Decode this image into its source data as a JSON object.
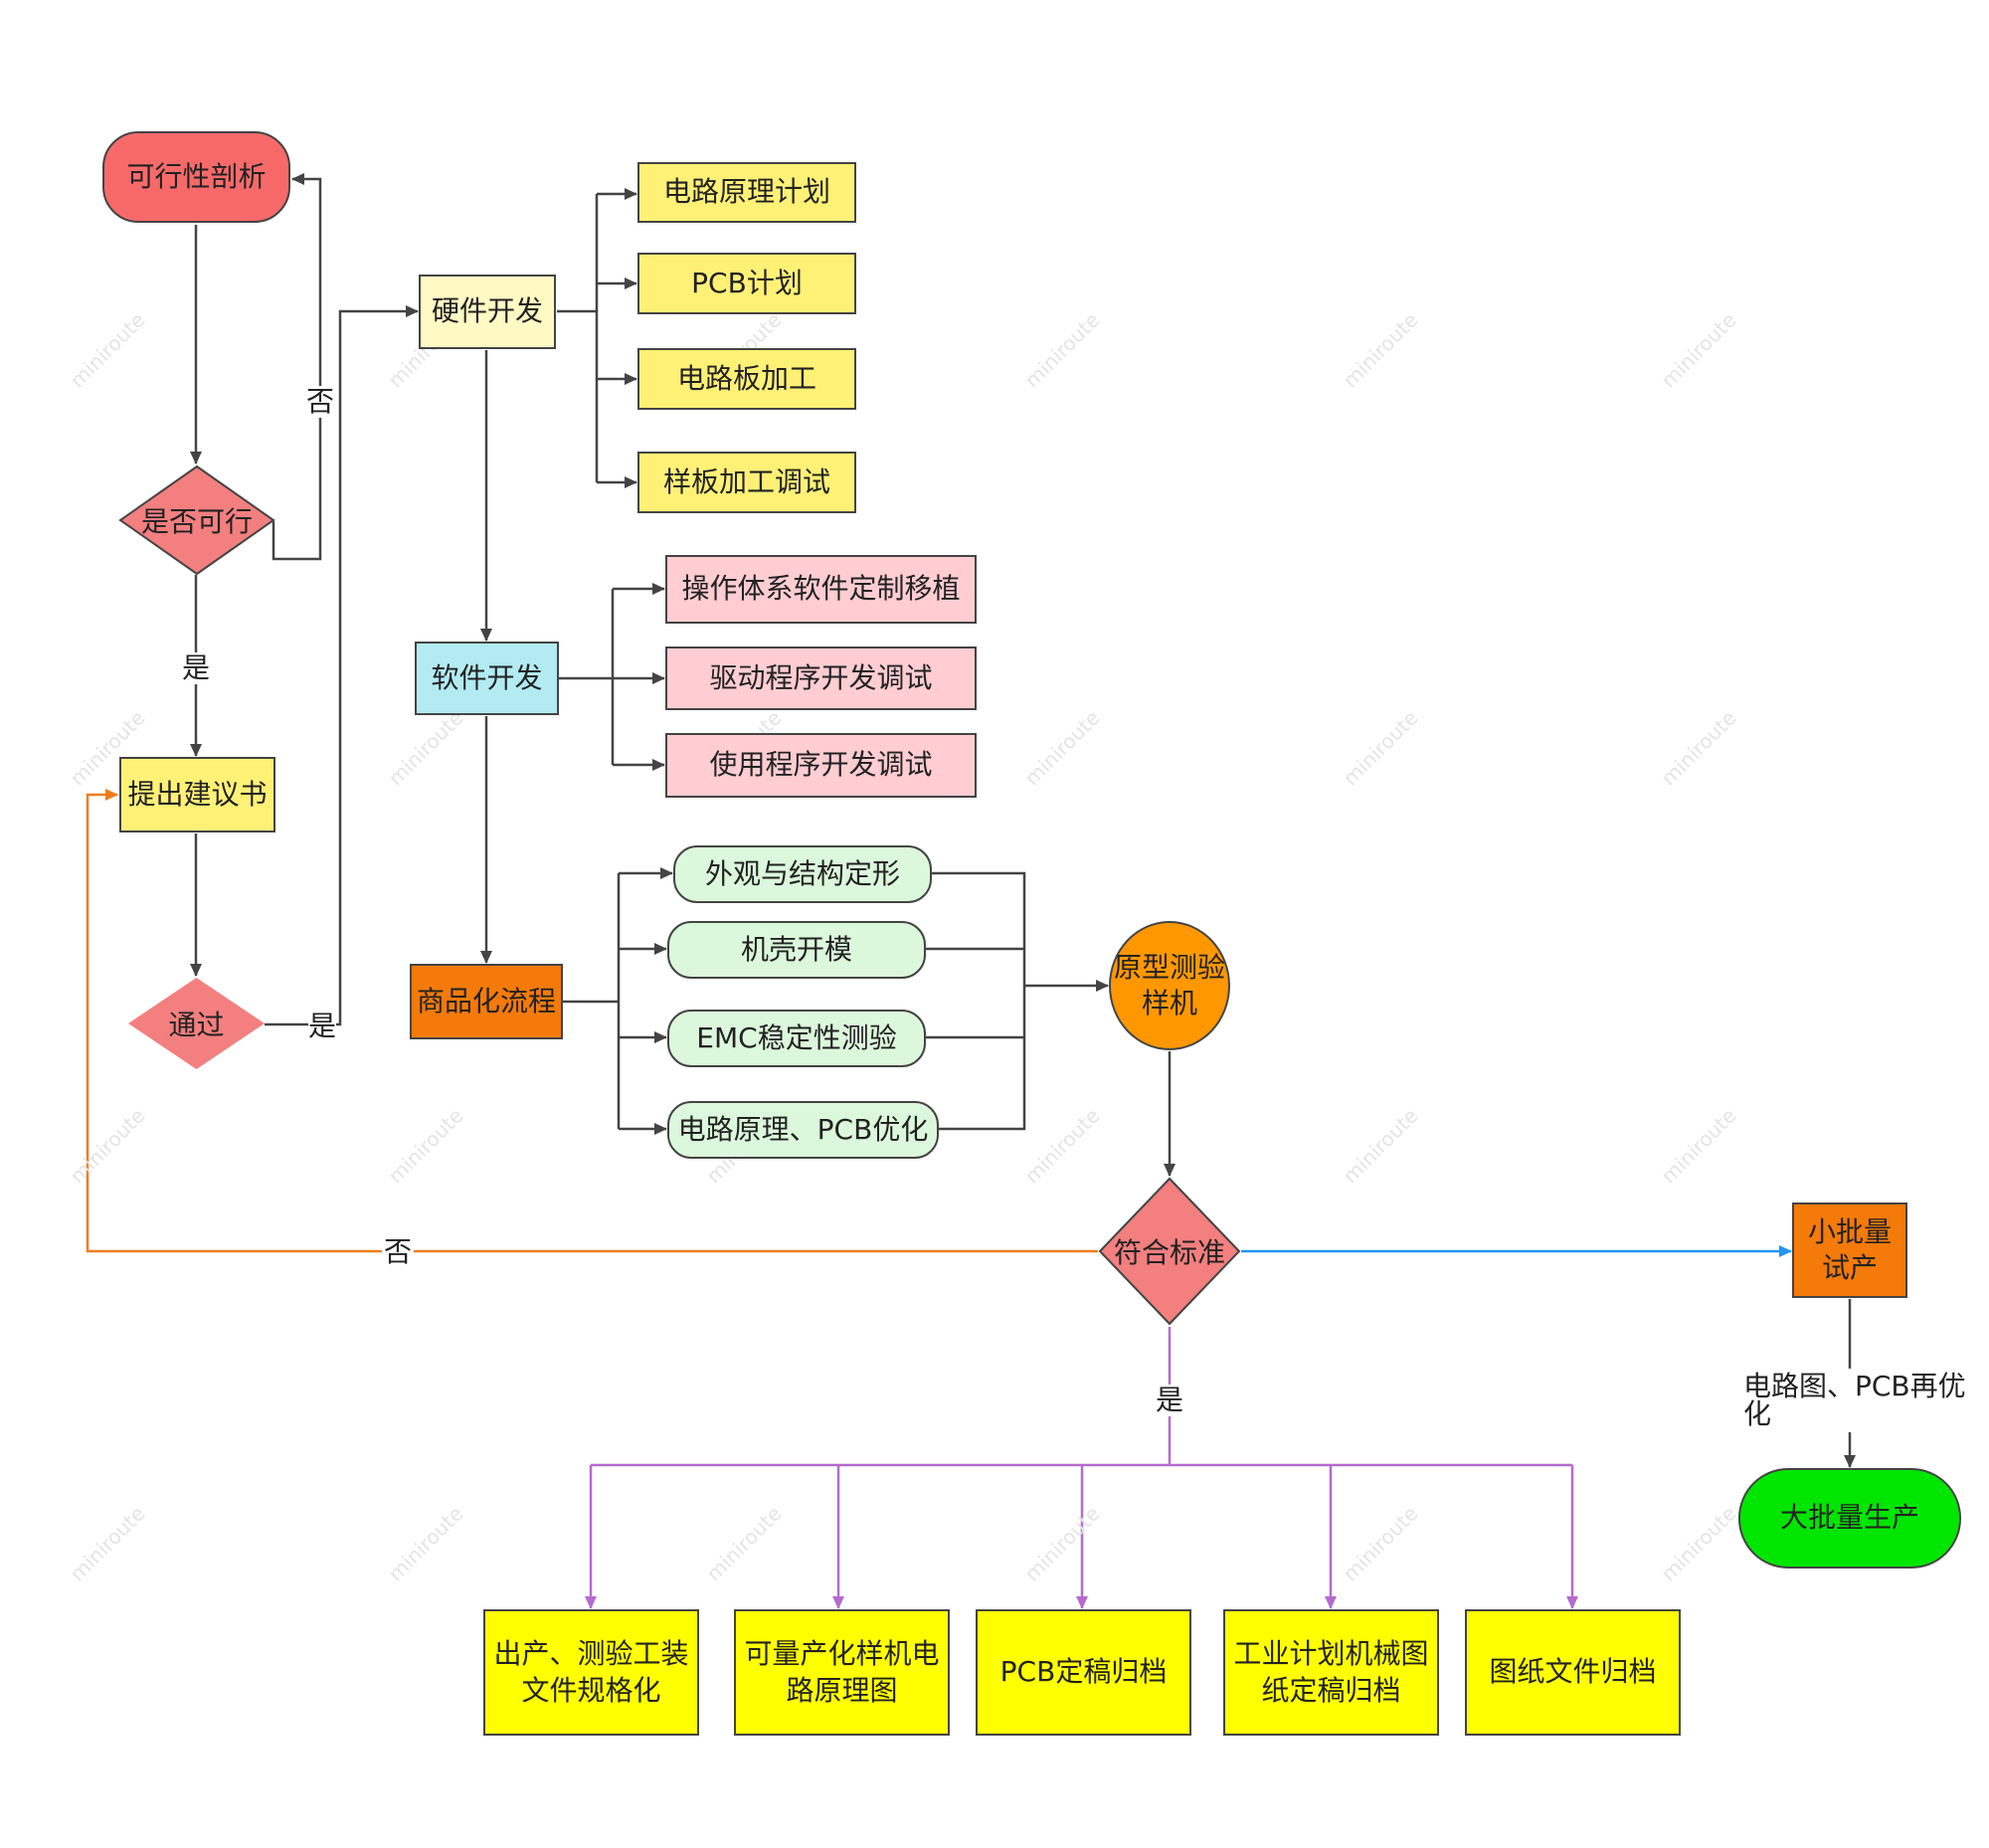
{
  "watermark": "miniroute",
  "colors": {
    "red": "#f86a6a",
    "salmon": "#f37f7f",
    "yellow": "#fff176",
    "light_yellow": "#fff9c4",
    "cyan": "#b2ebf2",
    "pink": "#ffcdd2",
    "mint": "#dcf8dc",
    "orange": "#f47a0a",
    "amber": "#ff9800",
    "bright_yellow": "#ffff00",
    "green": "#00e600",
    "edge_dark": "#444444",
    "edge_orange": "#ef7d1c",
    "edge_blue": "#2196f3",
    "edge_purple": "#b56ad0"
  },
  "nodes": {
    "feasibility": "可行性剖析",
    "is_feasible": "是否可行",
    "proposal": "提出建议书",
    "pass": "通过",
    "hardware_dev": "硬件开发",
    "circuit_plan": "电路原理计划",
    "pcb_plan": "PCB计划",
    "board_process": "电路板加工",
    "sample_debug": "样板加工调试",
    "software_dev": "软件开发",
    "os_port": "操作体系软件定制移植",
    "driver_debug": "驱动程序开发调试",
    "app_debug": "使用程序开发调试",
    "commercial": "商品化流程",
    "appearance": "外观与结构定形",
    "mold": "机壳开模",
    "emc": "EMC稳定性测验",
    "circuit_opt": "电路原理、PCB优化",
    "prototype_line1": "原型测验",
    "prototype_line2": "样机",
    "meets_standard": "符合标准",
    "small_batch_line1": "小批量",
    "small_batch_line2": "试产",
    "mass_production": "大批量生产",
    "doc1_line1": "出产、测验工装",
    "doc1_line2": "文件规格化",
    "doc2_line1": "可量产化样机电",
    "doc2_line2": "路原理图",
    "doc3": "PCB定稿归档",
    "doc4_line1": "工业计划机械图",
    "doc4_line2": "纸定稿归档",
    "doc5": "图纸文件归档"
  },
  "edge_labels": {
    "no_1": "否",
    "yes_1": "是",
    "yes_2": "是",
    "no_2": "否",
    "yes_3": "是",
    "reoptimize": "电路图、PCB再优化"
  }
}
